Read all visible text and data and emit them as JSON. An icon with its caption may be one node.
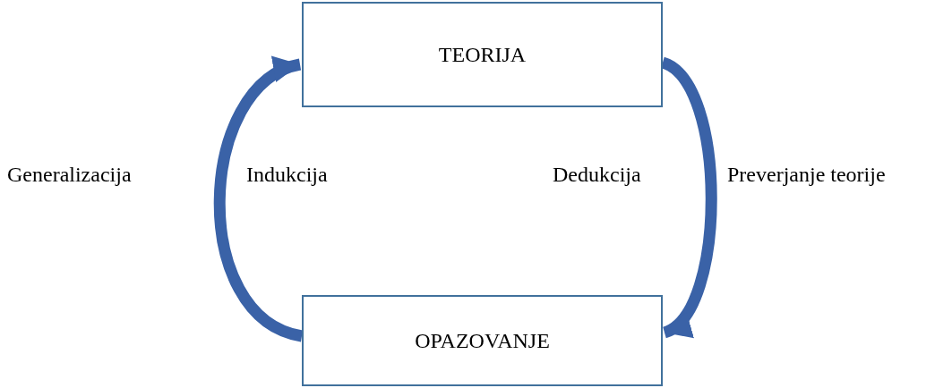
{
  "diagram": {
    "nodes": [
      {
        "text": [
          "TEORIJA"
        ]
      },
      {
        "text": [
          "OPAZOVANJE"
        ]
      }
    ],
    "edges": [
      {
        "from": 1,
        "to": 0,
        "arrow": "to"
      },
      {
        "from": 0,
        "to": 1,
        "arrow": "to"
      }
    ],
    "labels": [
      "Generalizacija",
      "Indukcija",
      "Dedukcija",
      "Preverjanje teorije"
    ]
  }
}
